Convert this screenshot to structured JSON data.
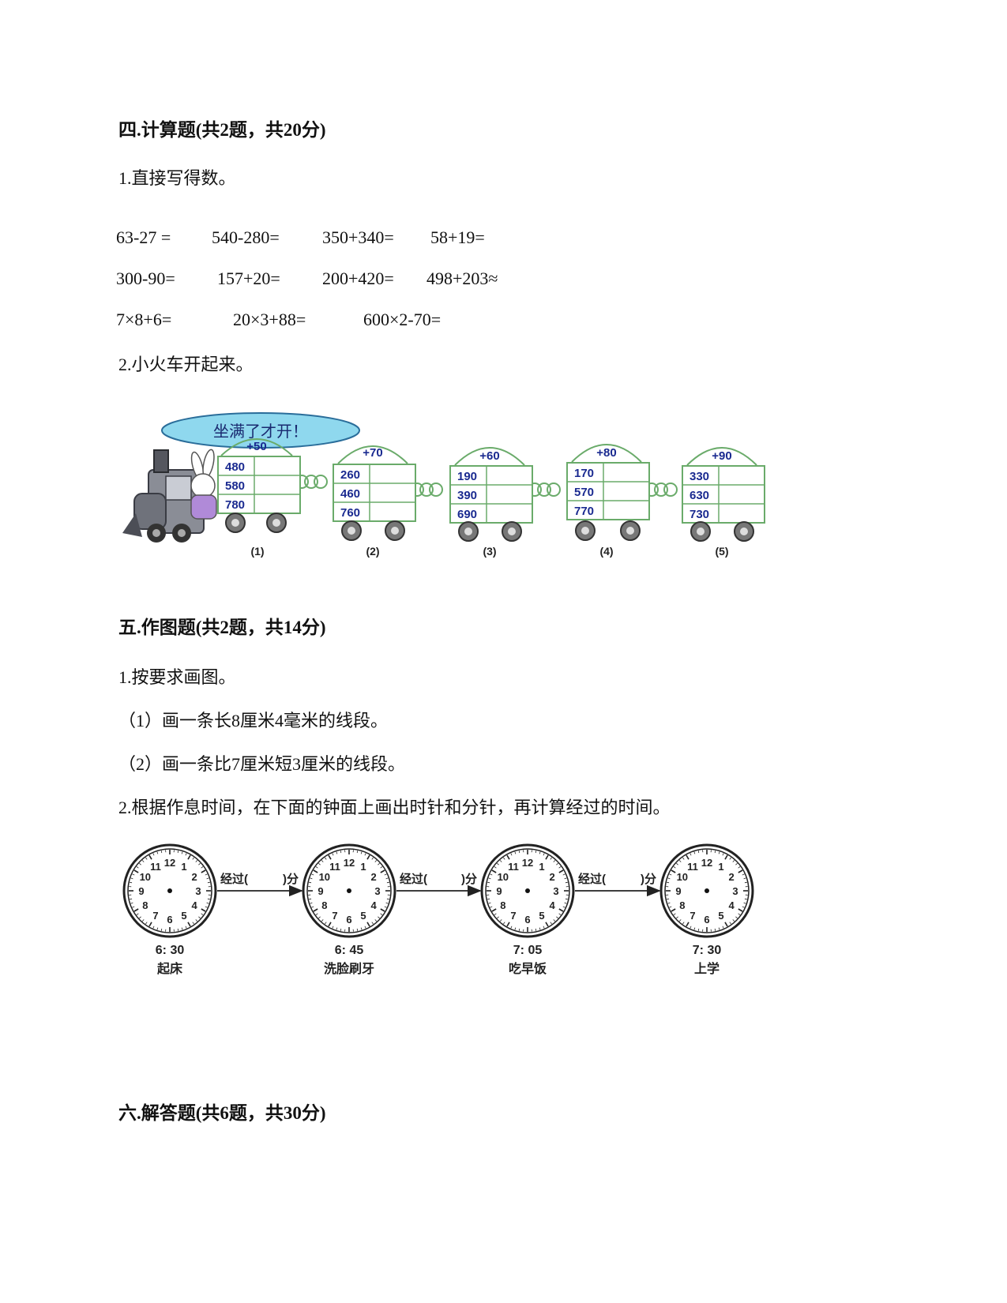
{
  "section4": {
    "heading": "四.计算题(共2题，共20分)",
    "q1": "1.直接写得数。",
    "rows": [
      [
        "63-27 =",
        "540-280=",
        "350+340=",
        "58+19="
      ],
      [
        "300-90=",
        "157+20=",
        "200+420=",
        "498+203≈"
      ],
      [
        "7×8+6=",
        "20×3+88=",
        "600×2-70="
      ]
    ],
    "q2": "2.小火车开起来。",
    "train": {
      "bubble": "坐满了才开！",
      "cars": [
        {
          "label": "(1)",
          "op": "+50",
          "values": [
            "480",
            "580",
            "780"
          ]
        },
        {
          "label": "(2)",
          "op": "+70",
          "values": [
            "260",
            "460",
            "760"
          ]
        },
        {
          "label": "(3)",
          "op": "+60",
          "values": [
            "190",
            "390",
            "690"
          ]
        },
        {
          "label": "(4)",
          "op": "+80",
          "values": [
            "170",
            "570",
            "770"
          ]
        },
        {
          "label": "(5)",
          "op": "+90",
          "values": [
            "330",
            "630",
            "730"
          ]
        }
      ]
    }
  },
  "section5": {
    "heading": "五.作图题(共2题，共14分)",
    "q1": "1.按要求画图。",
    "q1a": "（1）画一条长8厘米4毫米的线段。",
    "q1b": "（2）画一条比7厘米短3厘米的线段。",
    "q2": "2.根据作息时间，在下面的钟面上画出时针和分针，再计算经过的时间。",
    "arrow_label_left": "经过(",
    "arrow_label_right": ")分",
    "clocks": [
      {
        "time": "6: 30",
        "event": "起床"
      },
      {
        "time": "6: 45",
        "event": "洗脸刷牙"
      },
      {
        "time": "7: 05",
        "event": "吃早饭"
      },
      {
        "time": "7: 30",
        "event": "上学"
      }
    ],
    "clock_numbers": [
      "12",
      "1",
      "2",
      "3",
      "4",
      "5",
      "6",
      "7",
      "8",
      "9",
      "10",
      "11"
    ]
  },
  "section6": {
    "heading": "六.解答题(共6题，共30分)"
  }
}
